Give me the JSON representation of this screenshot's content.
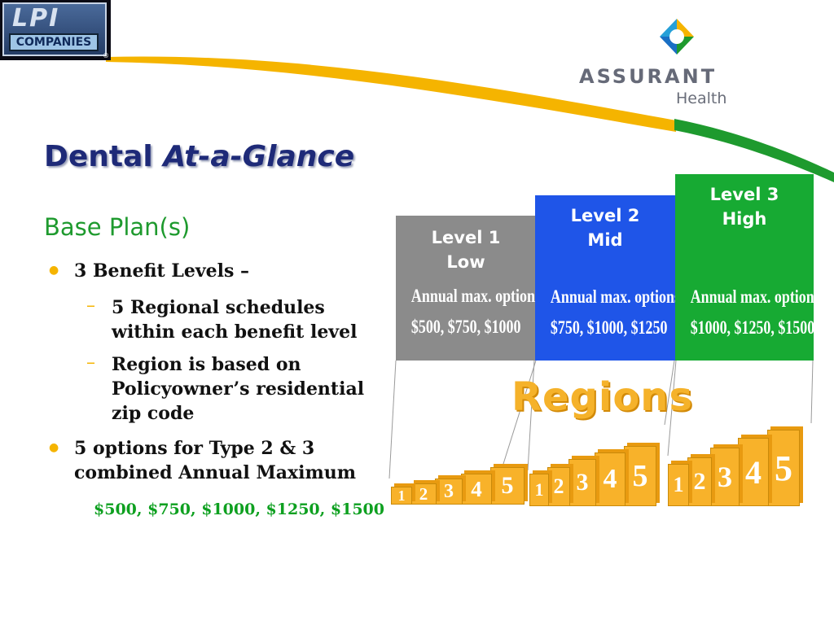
{
  "logos": {
    "lpi_text": "LPI",
    "lpi_companies": "COMPANIES",
    "lpi_registered": "®",
    "assurant_name": "ASSURANT",
    "assurant_sub": "Health"
  },
  "title": {
    "main": "Dental",
    "italic": "At-a-Glance"
  },
  "subtitle": "Base Plan(s)",
  "bullets": [
    {
      "text": "3 Benefit Levels –",
      "sub": [
        "5 Regional schedules within each benefit level",
        "Region is based on Policyowner’s residential zip code"
      ]
    },
    {
      "text": "5 options for Type 2 & 3 combined Annual Maximum"
    }
  ],
  "options_line": "$500, $750, $1000, $1250, $1500",
  "levels": [
    {
      "name": "Level 1",
      "tier": "Low",
      "max_label": "Annual max. options",
      "max_values": "$500, $750, $1000",
      "color": "#8b8b8b"
    },
    {
      "name": "Level 2",
      "tier": "Mid",
      "max_label": "Annual max. options",
      "max_values": "$750, $1000, $1250",
      "color": "#1f55e8"
    },
    {
      "name": "Level 3",
      "tier": "High",
      "max_label": "Annual max. options",
      "max_values": "$1000, $1250, $1500",
      "color": "#17aa33"
    }
  ],
  "regions_label": "Regions",
  "region_numbers": [
    "1",
    "2",
    "3",
    "4",
    "5"
  ],
  "colors": {
    "title": "#1e2a78",
    "subtitle": "#1e9a2e",
    "bullet": "#f5b400",
    "options_line": "#0ea020",
    "region_block": "#f8b22a",
    "swoosh_yellow": "#f5b400",
    "swoosh_green": "#1e9a2e"
  }
}
